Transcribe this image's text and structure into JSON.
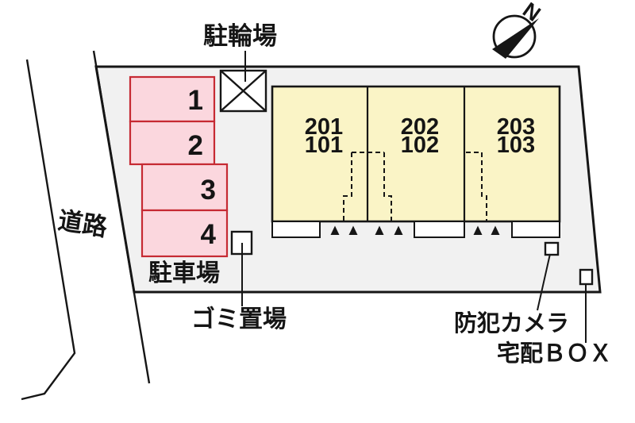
{
  "diagram": {
    "type": "apartment-site-plan",
    "labels": {
      "bicycle_parking": "駐輪場",
      "road": "道路",
      "car_parking": "駐車場",
      "garbage_area": "ゴミ置場",
      "security_camera": "防犯カメラ",
      "delivery_box": "宅配ＢＯＸ",
      "compass_north": "N"
    },
    "parking_spaces": [
      {
        "number": "1"
      },
      {
        "number": "2"
      },
      {
        "number": "3"
      },
      {
        "number": "4"
      }
    ],
    "building_units": [
      {
        "upper_floor": "201",
        "lower_floor": "101"
      },
      {
        "upper_floor": "202",
        "lower_floor": "102"
      },
      {
        "upper_floor": "203",
        "lower_floor": "103"
      }
    ],
    "icons": [
      "bicycle-parking-x-box",
      "compass-north-arrow",
      "garbage-area-marker",
      "security-camera-marker",
      "delivery-box-marker"
    ]
  },
  "colors": {
    "site_fill": "#f1f1f1",
    "building_fill": "#faf4c6",
    "parking_fill": "#fbd7de",
    "parking_border": "#c62a33",
    "line": "#161616",
    "text": "#151515"
  }
}
